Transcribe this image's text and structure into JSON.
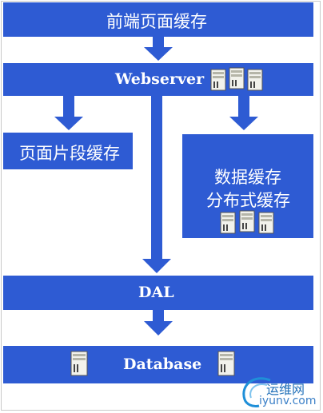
{
  "diagram": {
    "frontend_cache": "前端页面缓存",
    "webserver": "Webserver",
    "fragment_cache": "页面片段缓存",
    "data_cache_line1": "数据缓存",
    "data_cache_line2": "分布式缓存",
    "dal": "DAL",
    "database": "Database"
  },
  "watermark": {
    "brand_cn": "运维网",
    "brand_url": "iyunv.com"
  },
  "colors": {
    "box_blue": "#2e5bd3",
    "text": "#ffffff"
  },
  "icons": {
    "server": "server-icon"
  }
}
